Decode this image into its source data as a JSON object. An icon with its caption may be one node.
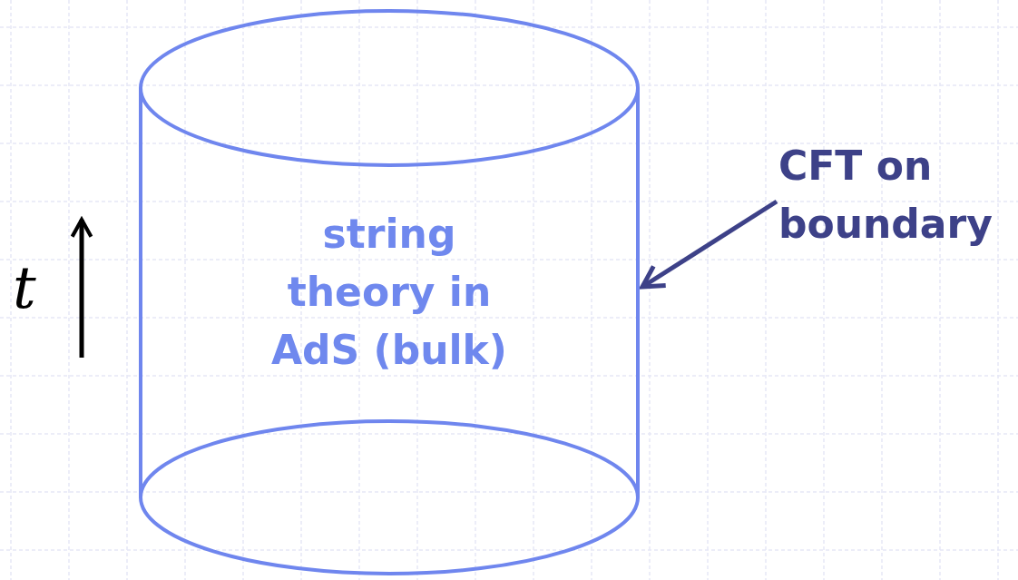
{
  "diagram": {
    "nodes": [
      {
        "text": [
          "string theory in AdS (bulk)"
        ]
      },
      {
        "text": [
          "CFT on boundary"
        ]
      }
    ],
    "edges": [
      {
        "from": 1,
        "to": 0,
        "arrow": "to",
        "color": "#3d4188"
      }
    ],
    "labels": [
      "t"
    ]
  }
}
